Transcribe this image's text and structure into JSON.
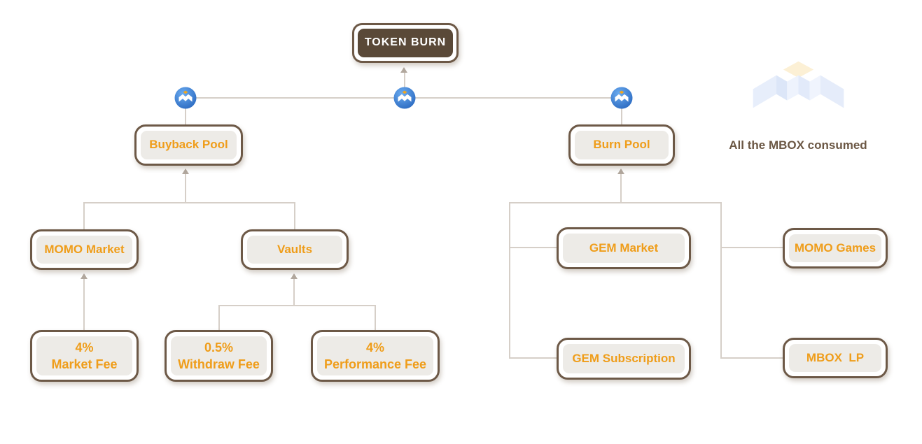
{
  "diagram": {
    "nodes": {
      "token_burn": "TOKEN BURN",
      "buyback_pool": "Buyback Pool",
      "burn_pool": "Burn Pool",
      "momo_market": "MOMO Market",
      "vaults": "Vaults",
      "market_fee_pct": "4%",
      "market_fee_label": "Market Fee",
      "withdraw_fee_pct": "0.5%",
      "withdraw_fee_label": "Withdraw Fee",
      "performance_fee_pct": "4%",
      "performance_fee_label": "Performance Fee",
      "gem_market": "GEM Market",
      "momo_games": "MOMO Games",
      "gem_subscription": "GEM Subscription",
      "mbox_lp": "MBOX  LP"
    },
    "caption": "All the MBOX consumed",
    "edges": [
      {
        "from": "buyback_pool",
        "to": "token_burn"
      },
      {
        "from": "burn_pool",
        "to": "token_burn"
      },
      {
        "from": "momo_market",
        "to": "buyback_pool"
      },
      {
        "from": "vaults",
        "to": "buyback_pool"
      },
      {
        "from": "market_fee",
        "to": "momo_market"
      },
      {
        "from": "withdraw_fee",
        "to": "vaults"
      },
      {
        "from": "performance_fee",
        "to": "vaults"
      },
      {
        "from": "gem_market",
        "to": "burn_pool"
      },
      {
        "from": "gem_subscription",
        "to": "burn_pool"
      },
      {
        "from": "momo_games",
        "to": "burn_pool"
      },
      {
        "from": "mbox_lp",
        "to": "burn_pool"
      }
    ],
    "icons": {
      "coin": "mobox-logo-coin",
      "watermark": "mobox-logo-watermark"
    },
    "colors": {
      "box_border": "#6d5947",
      "box_fill": "#edebe7",
      "dark_fill": "#5a4938",
      "accent_orange": "#ef9d1a",
      "connector": "#d6cfc8",
      "arrow": "#b2a89e",
      "coin_blue": "#2d6cc2",
      "caption_brown": "#6b5744"
    }
  }
}
